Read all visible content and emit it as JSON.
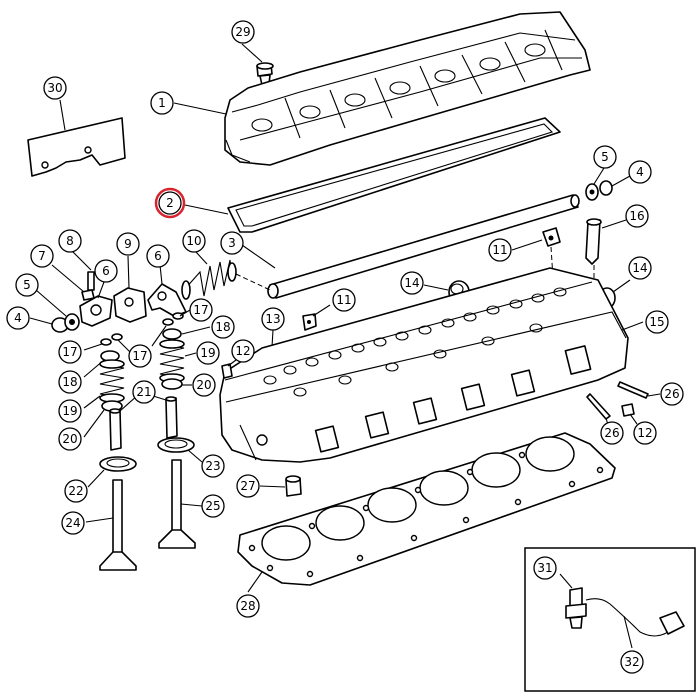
{
  "diagram": {
    "highlight_color": "#d9232e",
    "highlighted_callout": "2",
    "callouts": [
      {
        "id": "1",
        "label": "1"
      },
      {
        "id": "2",
        "label": "2"
      },
      {
        "id": "3",
        "label": "3"
      },
      {
        "id": "4a",
        "label": "4"
      },
      {
        "id": "4b",
        "label": "4"
      },
      {
        "id": "5a",
        "label": "5"
      },
      {
        "id": "5b",
        "label": "5"
      },
      {
        "id": "6a",
        "label": "6"
      },
      {
        "id": "6b",
        "label": "6"
      },
      {
        "id": "7",
        "label": "7"
      },
      {
        "id": "8",
        "label": "8"
      },
      {
        "id": "9",
        "label": "9"
      },
      {
        "id": "10",
        "label": "10"
      },
      {
        "id": "11a",
        "label": "11"
      },
      {
        "id": "11b",
        "label": "11"
      },
      {
        "id": "12a",
        "label": "12"
      },
      {
        "id": "12b",
        "label": "12"
      },
      {
        "id": "13",
        "label": "13"
      },
      {
        "id": "14a",
        "label": "14"
      },
      {
        "id": "14b",
        "label": "14"
      },
      {
        "id": "15",
        "label": "15"
      },
      {
        "id": "16",
        "label": "16"
      },
      {
        "id": "17a",
        "label": "17"
      },
      {
        "id": "17b",
        "label": "17"
      },
      {
        "id": "17c",
        "label": "17"
      },
      {
        "id": "17d",
        "label": "17"
      },
      {
        "id": "18a",
        "label": "18"
      },
      {
        "id": "18b",
        "label": "18"
      },
      {
        "id": "19a",
        "label": "19"
      },
      {
        "id": "19b",
        "label": "19"
      },
      {
        "id": "20a",
        "label": "20"
      },
      {
        "id": "20b",
        "label": "20"
      },
      {
        "id": "21",
        "label": "21"
      },
      {
        "id": "22",
        "label": "22"
      },
      {
        "id": "23",
        "label": "23"
      },
      {
        "id": "24",
        "label": "24"
      },
      {
        "id": "25",
        "label": "25"
      },
      {
        "id": "26a",
        "label": "26"
      },
      {
        "id": "26b",
        "label": "26"
      },
      {
        "id": "27",
        "label": "27"
      },
      {
        "id": "28",
        "label": "28"
      },
      {
        "id": "29",
        "label": "29"
      },
      {
        "id": "30",
        "label": "30"
      },
      {
        "id": "31",
        "label": "31"
      },
      {
        "id": "32",
        "label": "32"
      }
    ]
  }
}
